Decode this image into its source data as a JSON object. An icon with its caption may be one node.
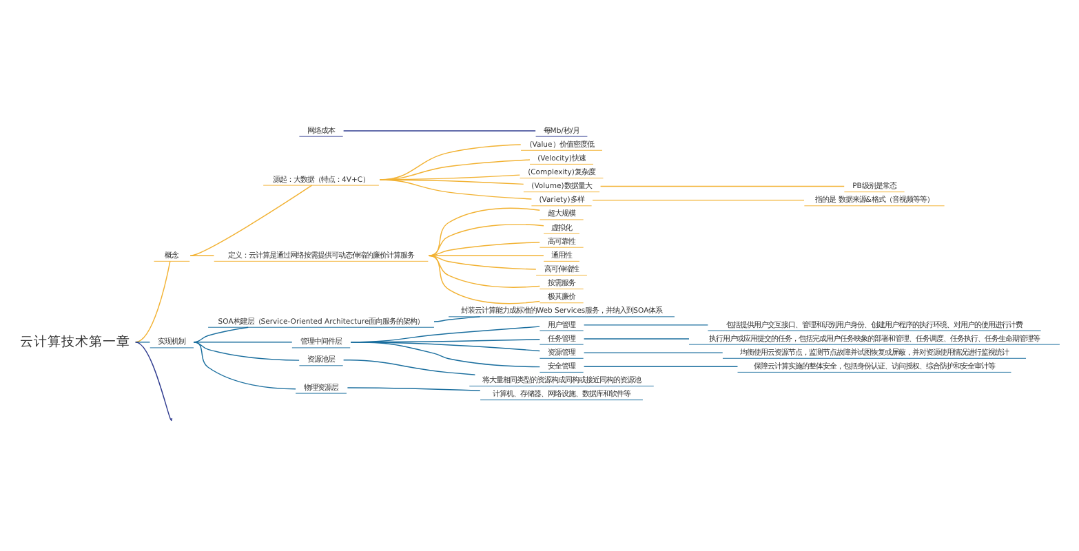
{
  "diagram": {
    "nodes": [
      {
        "text": [
          "云计算技术第一章"
        ]
      },
      {
        "text": [
          "概念"
        ]
      },
      {
        "text": [
          "源起：大数据（特点：4V+C）"
        ]
      },
      {
        "text": [
          "(Value）价值密度低"
        ]
      },
      {
        "text": [
          "(Velocity)快速"
        ]
      },
      {
        "text": [
          "(Complexity)复杂度"
        ]
      },
      {
        "text": [
          "(Volume)数据量大"
        ]
      },
      {
        "text": [
          "PB级别是常态"
        ]
      },
      {
        "text": [
          "(Variety)多样"
        ]
      },
      {
        "text": [
          "指的是 数据来源&格式（音视频等等）"
        ]
      },
      {
        "text": [
          "定义：云计算是通过网络按需提供可动态伸缩的廉价计算服务"
        ]
      },
      {
        "text": [
          "超大规模"
        ]
      },
      {
        "text": [
          "虚拟化"
        ]
      },
      {
        "text": [
          "高可靠性"
        ]
      },
      {
        "text": [
          "通用性"
        ]
      },
      {
        "text": [
          "高可伸缩性"
        ]
      },
      {
        "text": [
          "按需服务"
        ]
      },
      {
        "text": [
          "极其廉价"
        ]
      },
      {
        "text": [
          "实现机制"
        ]
      },
      {
        "text": [
          "SOA构建层（Service-Oriented Architecture面向服务的架构）"
        ]
      },
      {
        "text": [
          "封装云计算能力成标准的Web Services服务，并纳入到SOA体系"
        ]
      },
      {
        "text": [
          "管理中间件层"
        ]
      },
      {
        "text": [
          "用户管理"
        ]
      },
      {
        "text": [
          "包括提供用户交互接口、管理和识别用户身份、创建用户程序的执行环境、对用户的使用进行计费"
        ]
      },
      {
        "text": [
          "任务管理"
        ]
      },
      {
        "text": [
          "执行用户或应用提交的任务，包括完成用户任务映象的部署和管理、任务调度、任务执行、任务生命期管理等"
        ]
      },
      {
        "text": [
          "资源管理"
        ]
      },
      {
        "text": [
          "均衡使用云资源节点，监测节点故障并试图恢复或屏蔽，并对资源使用情况进行监视统计"
        ]
      },
      {
        "text": [
          "安全管理"
        ]
      },
      {
        "text": [
          "保障云计算实施的整体安全，包括身份认证、访问授权、综合防护和安全审计等"
        ]
      },
      {
        "text": [
          "资源池层"
        ]
      },
      {
        "text": [
          "将大量相同类型的资源构成同构或接近同构的资源池"
        ]
      },
      {
        "text": [
          "物理资源层"
        ]
      },
      {
        "text": [
          "计算机、存储器、网络设施、数据库和软件等"
        ]
      },
      {
        "text": [
          "网络成本"
        ]
      },
      {
        "text": [
          "每Mb/秒/月"
        ]
      }
    ],
    "edges": [
      {
        "from": 0,
        "to": 1,
        "arrow": "none",
        "color": "#f2b233"
      },
      {
        "from": 1,
        "to": 2,
        "arrow": "none",
        "color": "#f2b233"
      },
      {
        "from": 2,
        "to": 3,
        "arrow": "none",
        "color": "#f2b233"
      },
      {
        "from": 2,
        "to": 4,
        "arrow": "none",
        "color": "#f2b233"
      },
      {
        "from": 2,
        "to": 5,
        "arrow": "none",
        "color": "#f2b233"
      },
      {
        "from": 2,
        "to": 6,
        "arrow": "none",
        "color": "#f2b233"
      },
      {
        "from": 6,
        "to": 7,
        "arrow": "none",
        "color": "#f2b233"
      },
      {
        "from": 2,
        "to": 8,
        "arrow": "none",
        "color": "#f2b233"
      },
      {
        "from": 8,
        "to": 9,
        "arrow": "none",
        "color": "#f2b233"
      },
      {
        "from": 1,
        "to": 10,
        "arrow": "none",
        "color": "#f2b233"
      },
      {
        "from": 10,
        "to": 11,
        "arrow": "none",
        "color": "#f2b233"
      },
      {
        "from": 10,
        "to": 12,
        "arrow": "none",
        "color": "#f2b233"
      },
      {
        "from": 10,
        "to": 13,
        "arrow": "none",
        "color": "#f2b233"
      },
      {
        "from": 10,
        "to": 14,
        "arrow": "none",
        "color": "#f2b233"
      },
      {
        "from": 10,
        "to": 15,
        "arrow": "none",
        "color": "#f2b233"
      },
      {
        "from": 10,
        "to": 16,
        "arrow": "none",
        "color": "#f2b233"
      },
      {
        "from": 10,
        "to": 17,
        "arrow": "none",
        "color": "#f2b233"
      },
      {
        "from": 0,
        "to": 18,
        "arrow": "none",
        "color": "#1a6e9e"
      },
      {
        "from": 18,
        "to": 19,
        "arrow": "none",
        "color": "#1a6e9e"
      },
      {
        "from": 19,
        "to": 20,
        "arrow": "none",
        "color": "#1a6e9e"
      },
      {
        "from": 18,
        "to": 21,
        "arrow": "none",
        "color": "#1a6e9e"
      },
      {
        "from": 21,
        "to": 22,
        "arrow": "none",
        "color": "#1a6e9e"
      },
      {
        "from": 22,
        "to": 23,
        "arrow": "none",
        "color": "#1a6e9e"
      },
      {
        "from": 21,
        "to": 24,
        "arrow": "none",
        "color": "#1a6e9e"
      },
      {
        "from": 24,
        "to": 25,
        "arrow": "none",
        "color": "#1a6e9e"
      },
      {
        "from": 21,
        "to": 26,
        "arrow": "none",
        "color": "#1a6e9e"
      },
      {
        "from": 26,
        "to": 27,
        "arrow": "none",
        "color": "#1a6e9e"
      },
      {
        "from": 21,
        "to": 28,
        "arrow": "none",
        "color": "#1a6e9e"
      },
      {
        "from": 28,
        "to": 29,
        "arrow": "none",
        "color": "#1a6e9e"
      },
      {
        "from": 18,
        "to": 30,
        "arrow": "none",
        "color": "#1a6e9e"
      },
      {
        "from": 30,
        "to": 31,
        "arrow": "none",
        "color": "#1a6e9e"
      },
      {
        "from": 18,
        "to": 32,
        "arrow": "none",
        "color": "#1a6e9e"
      },
      {
        "from": 32,
        "to": 33,
        "arrow": "none",
        "color": "#1a6e9e"
      },
      {
        "from": 0,
        "to": null,
        "arrow": "none",
        "color": "#2f3b8f"
      },
      {
        "from": 34,
        "to": 35,
        "arrow": "none",
        "color": "#2f3b8f"
      }
    ]
  }
}
